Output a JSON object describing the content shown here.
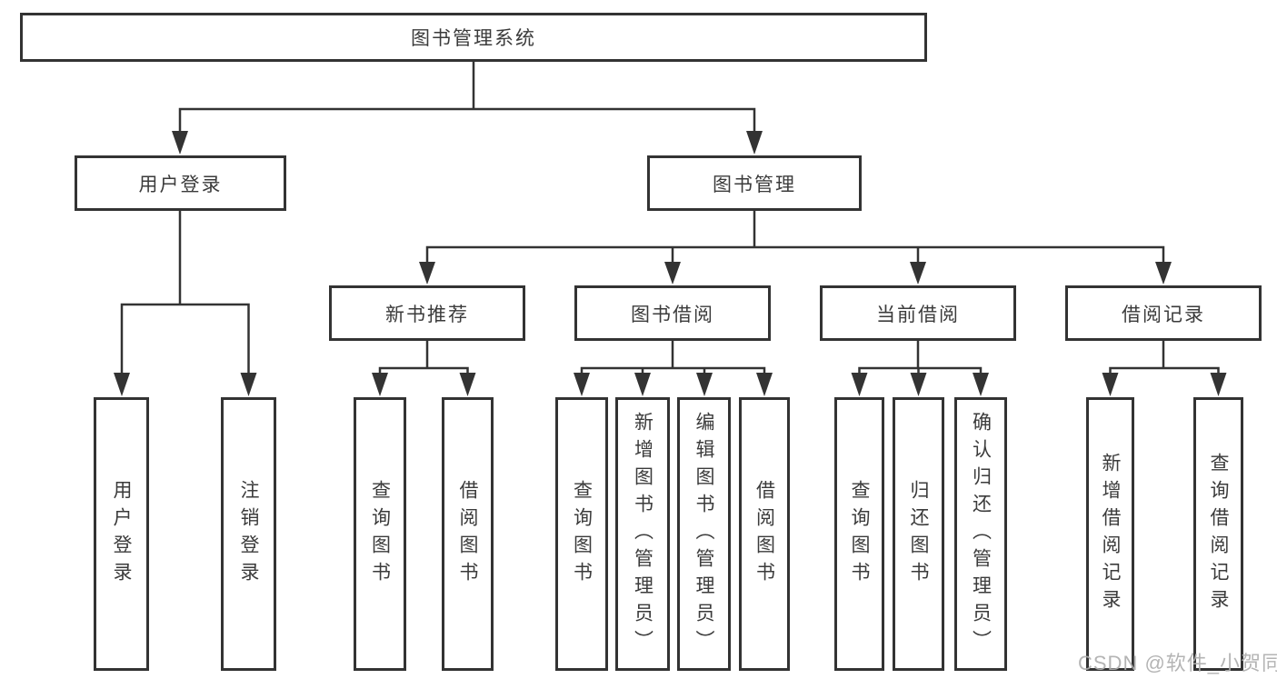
{
  "diagram": {
    "root": {
      "label": "图书管理系统"
    },
    "level2": {
      "user_login": {
        "label": "用户登录"
      },
      "book_mgmt": {
        "label": "图书管理"
      }
    },
    "level3": {
      "new_book_rec": {
        "label": "新书推荐"
      },
      "book_borrow": {
        "label": "图书借阅"
      },
      "current_borrow": {
        "label": "当前借阅"
      },
      "borrow_records": {
        "label": "借阅记录"
      }
    },
    "leaves": {
      "user_login": {
        "label": "用户登录"
      },
      "logout": {
        "label": "注销登录"
      },
      "query_book_1": {
        "label": "查询图书"
      },
      "borrow_book_1": {
        "label": "借阅图书"
      },
      "query_book_2": {
        "label": "查询图书"
      },
      "add_book_admin": {
        "label": "新增图书（管理员）"
      },
      "edit_book_admin": {
        "label": "编辑图书（管理员）"
      },
      "borrow_book_2": {
        "label": "借阅图书"
      },
      "query_book_3": {
        "label": "查询图书"
      },
      "return_book": {
        "label": "归还图书"
      },
      "confirm_return_admin": {
        "label": "确认归还（管理员）"
      },
      "add_borrow_record": {
        "label": "新增借阅记录"
      },
      "query_borrow_record": {
        "label": "查询借阅记录"
      }
    }
  },
  "watermark": {
    "text": "CSDN @软件_小贺同学"
  },
  "colors": {
    "line": "#333333",
    "text": "#3b3b3b",
    "watermark": "#aeaeae",
    "background": "#ffffff"
  }
}
